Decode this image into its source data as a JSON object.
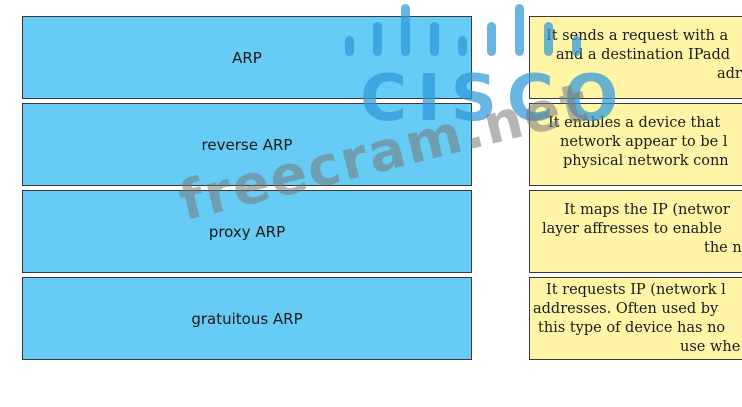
{
  "terms": [
    {
      "label": "ARP"
    },
    {
      "label": "reverse ARP"
    },
    {
      "label": "proxy ARP"
    },
    {
      "label": "gratuitous ARP"
    }
  ],
  "descriptions": [
    {
      "lines": [
        "It sends a request with a",
        "and a destination IPadd",
        "adr"
      ]
    },
    {
      "lines": [
        "It enables a device that",
        "network appear to be l",
        "physical network conn"
      ]
    },
    {
      "lines": [
        "It maps the IP (networ",
        "layer affresses to enable",
        "the n"
      ]
    },
    {
      "lines": [
        "It requests IP (network l",
        "addresses. Often used by",
        "this type of device has no",
        "use whe"
      ]
    }
  ],
  "watermark": {
    "brand": "CISCO",
    "site": "freecram.net",
    "colors": {
      "brand": "#2f98da",
      "site": "#787878"
    }
  },
  "colors": {
    "term_fill": "#66ccf5",
    "desc_fill": "#fff5a6",
    "border": "#3a3a3a"
  }
}
